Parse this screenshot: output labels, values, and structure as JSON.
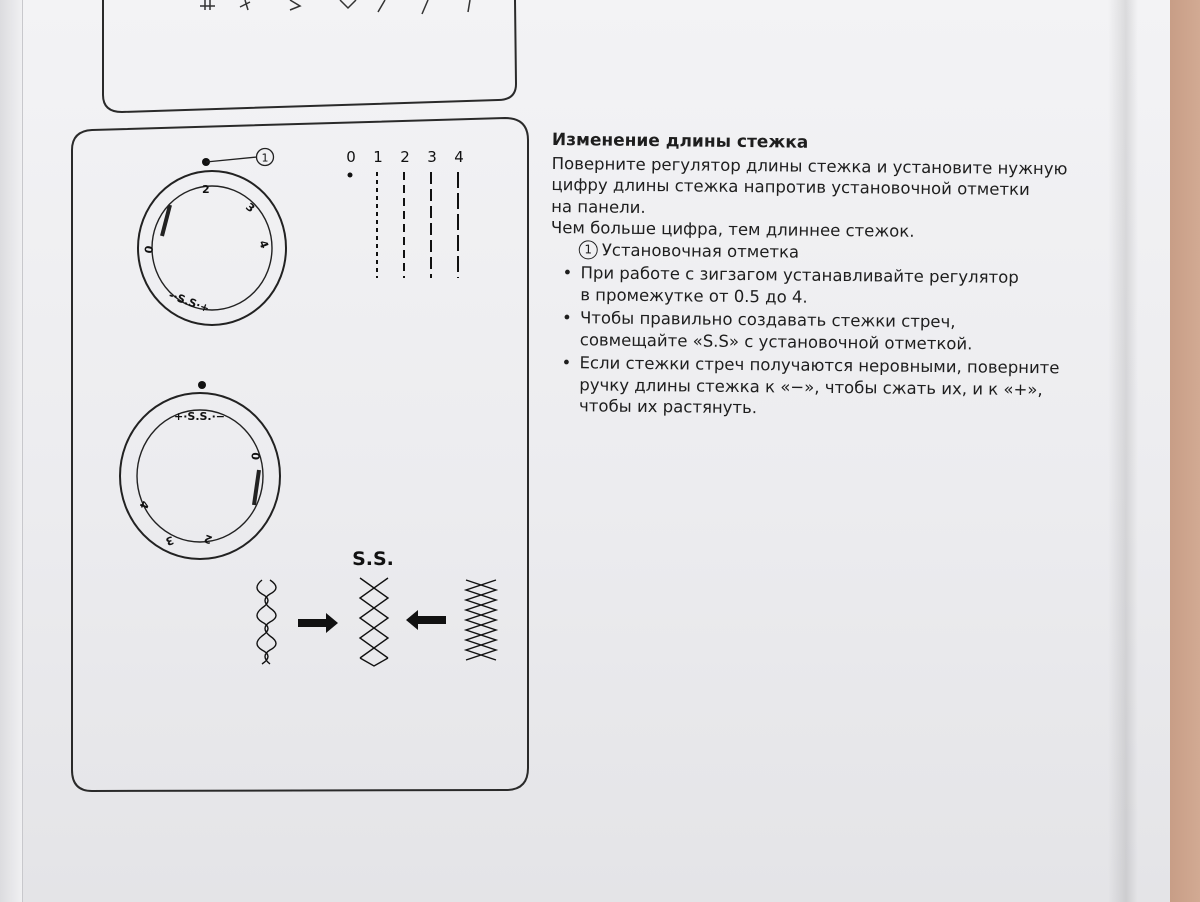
{
  "section": {
    "title": "Изменение длины стежка",
    "lines": [
      "Поверните регулятор длины стежка и установите нужную",
      "цифру длины стежка напротив установочной отметки",
      "на панели.",
      "Чем больше цифра, тем длиннее стежок."
    ],
    "note_number": "1",
    "note_text": "Установочная отметка",
    "bullets": [
      [
        "При работе с зигзагом устанавливайте регулятор",
        "в промежутке от 0.5 до 4."
      ],
      [
        "Чтобы правильно создавать стежки стреч,",
        "совмещайте «S.S» с установочной отметкой."
      ],
      [
        "Если стежки стреч получаются неровными, поверните",
        "ручку длины стежка к «−», чтобы сжать их, и к «+»,",
        "чтобы их растянуть."
      ]
    ]
  },
  "diagram": {
    "callout": "1",
    "stitch_lengths": [
      "0",
      "1",
      "2",
      "3",
      "4"
    ],
    "dial_top_labels": [
      "0",
      "2",
      "3",
      "4",
      "-·S.S·+"
    ],
    "dial_bottom_labels": [
      "+·S.S.·−",
      "0",
      "2",
      "3",
      "4"
    ],
    "ss_label": "S.S."
  }
}
